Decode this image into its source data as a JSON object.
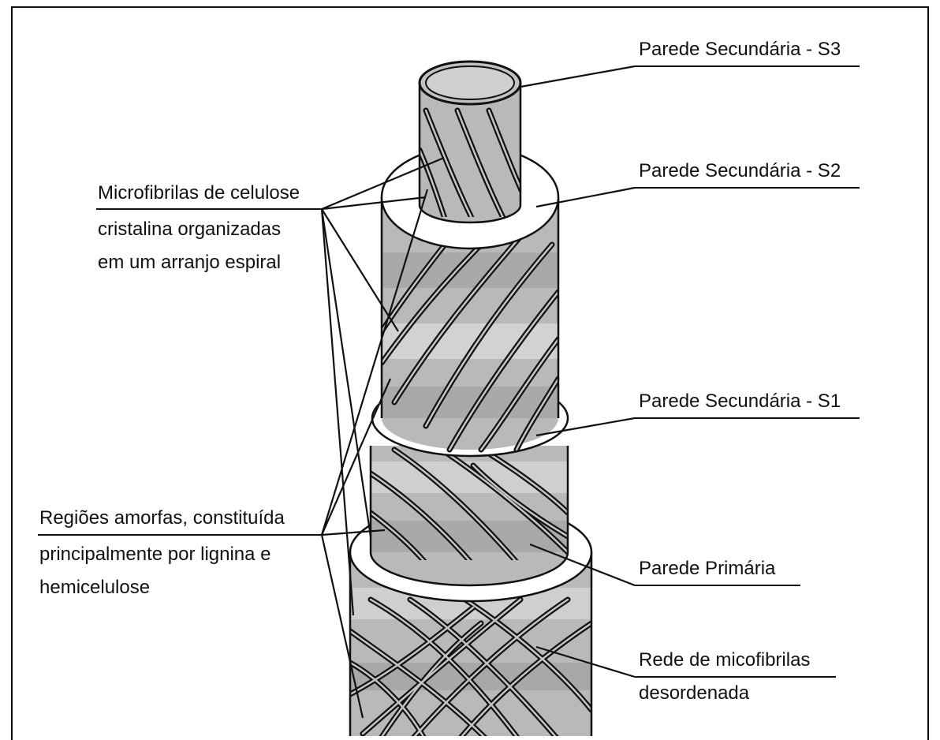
{
  "labels": {
    "s3": "Parede Secundária - S3",
    "s2": "Parede Secundária - S2",
    "s1": "Parede Secundária - S1",
    "primaria": "Parede Primária",
    "rede_line1": "Rede de micofibrilas",
    "rede_line2": "desordenada",
    "micro_line1": "Microfibrilas de celulose",
    "micro_line2": "cristalina organizadas",
    "micro_line3": "em um arranjo espiral",
    "regioes_line1": "Regiões amorfas, constituída",
    "regioes_line2": "principalmente por lignina e",
    "regioes_line3": "hemicelulose"
  },
  "colors": {
    "cylinder_gray": "#b9b9b9",
    "band_light": "#d0d0d0",
    "band_dark": "#a9a9a9",
    "fibril": "#111111",
    "ring": "#ffffff"
  }
}
